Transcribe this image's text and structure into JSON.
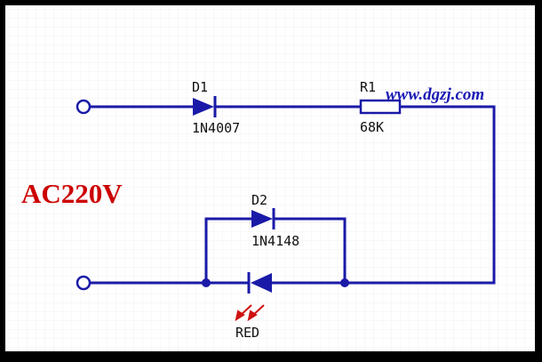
{
  "colors": {
    "frame": "#000000",
    "sheet": "#ffffff",
    "grid": "#f0f0f0",
    "wire": "#1a1aa8",
    "source_label": "#cc0000",
    "watermark": "#1a1ab4",
    "led_arrows": "#d01010"
  },
  "source": {
    "label": "AC220V"
  },
  "watermark": {
    "text": "www.dgzj.com"
  },
  "components": {
    "d1": {
      "ref": "D1",
      "value": "1N4007"
    },
    "r1": {
      "ref": "R1",
      "value": "68K"
    },
    "d2": {
      "ref": "D2",
      "value": "1N4148"
    },
    "led": {
      "value": "RED"
    }
  },
  "terminals": [
    {
      "name": "top-terminal-icon"
    },
    {
      "name": "bottom-terminal-icon"
    }
  ]
}
